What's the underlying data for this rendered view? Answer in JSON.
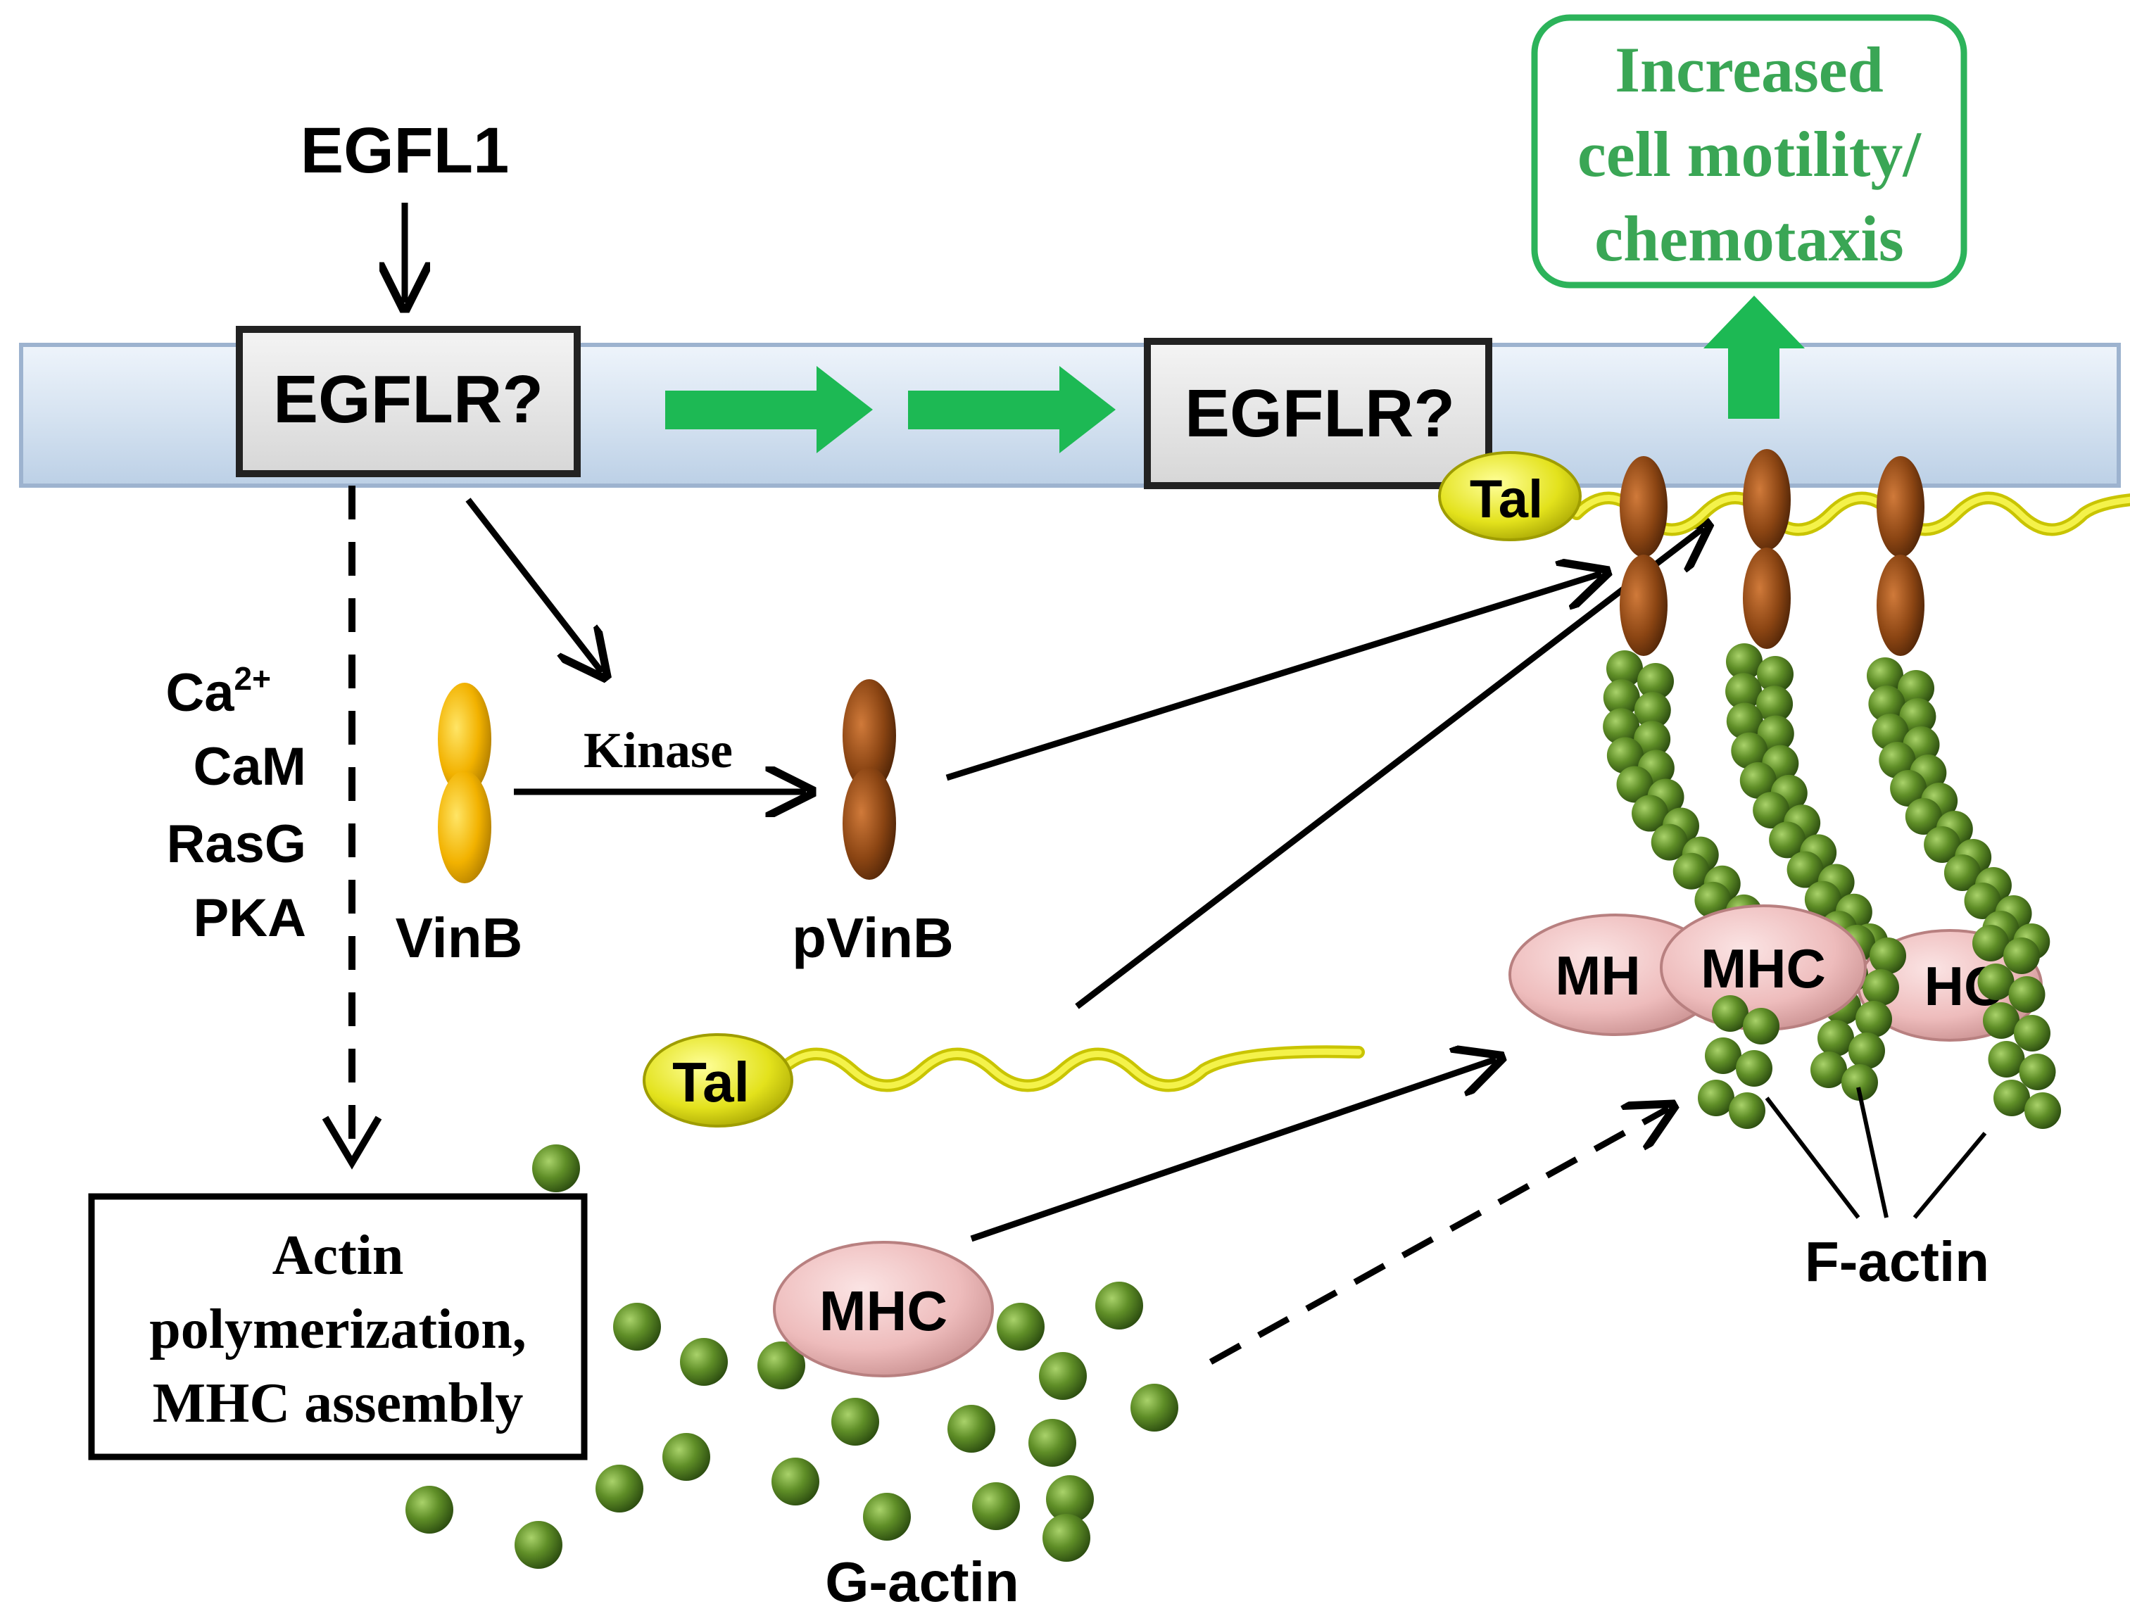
{
  "ligand": "EGFL1",
  "receptor_left": "EGFLR?",
  "receptor_right": "EGFLR?",
  "outcome": [
    "Increased",
    "cell motility/",
    "chemotaxis"
  ],
  "mediators": [
    "Ca",
    "CaM",
    "RasG",
    "PKA"
  ],
  "calcium_charge": "2+",
  "vinb": "VinB",
  "kinase": "Kinase",
  "pvinb": "pVinB",
  "talin": "Tal",
  "mhc": "MHC",
  "mhc_back_left": "MH",
  "mhc_back_right": "HC",
  "process_box": [
    "Actin",
    "polymerization,",
    "MHC assembly"
  ],
  "g_actin": "G-actin",
  "f_actin": "F-actin",
  "colors": {
    "membrane": "#dde8f4",
    "membrane_edge": "#a9bfd9",
    "green_arrow": "#1db954",
    "outcome_text": "#2f9e44",
    "vinb": "#f5b800",
    "pvinb": "#8b4513",
    "talin": "#e8e81a",
    "mhc": "#f2c4c4",
    "actin": "#4f7a1f"
  }
}
